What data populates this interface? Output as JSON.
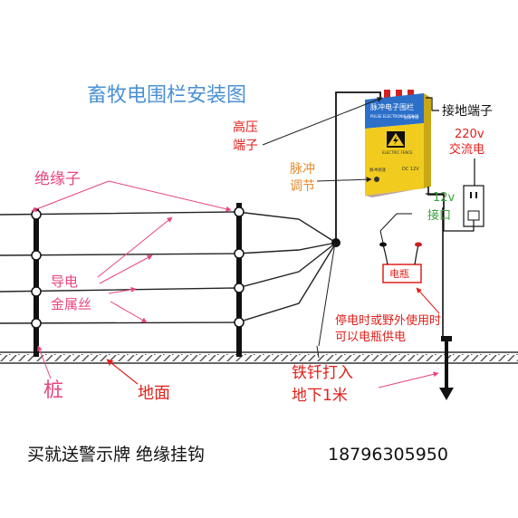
{
  "title": "畜牧电围栏安装图",
  "labels": {
    "insulator": "绝缘子",
    "wire_line1": "导电",
    "wire_line2": "金属丝",
    "post": "桩",
    "ground": "地面",
    "hv_line1": "高压",
    "hv_line2": "端子",
    "pulse_line1": "脉冲",
    "pulse_line2": "调节",
    "ground_terminal": "接地端子",
    "ac_line1": "220v",
    "ac_line2": "交流电",
    "dc_line1": "12v",
    "dc_line2": "接口",
    "battery": "电瓶",
    "backup_line1": "停电时或野外使用时",
    "backup_line2": "可以电瓶供电",
    "spike_line1": "铁钎打入",
    "spike_line2": "地下1米"
  },
  "device": {
    "name": "脉冲电子围栏",
    "subtitle": "PULSE ELECTRONIC FENCE",
    "tag": "牧场专用",
    "brand": "ELECTRIC FENCE",
    "voltage": "DC 12V",
    "pulse_knob": "脉冲调速"
  },
  "footer": {
    "text": "买就送警示牌 绝缘挂钩",
    "phone": "18796305950"
  },
  "colors": {
    "title": "#4a90d6",
    "pink": "#e8457e",
    "red": "#e0201b",
    "orange": "#e8892a",
    "green": "#3aa23a",
    "device_top": "#2b6fc9",
    "device_body": "#f1cc1e"
  }
}
